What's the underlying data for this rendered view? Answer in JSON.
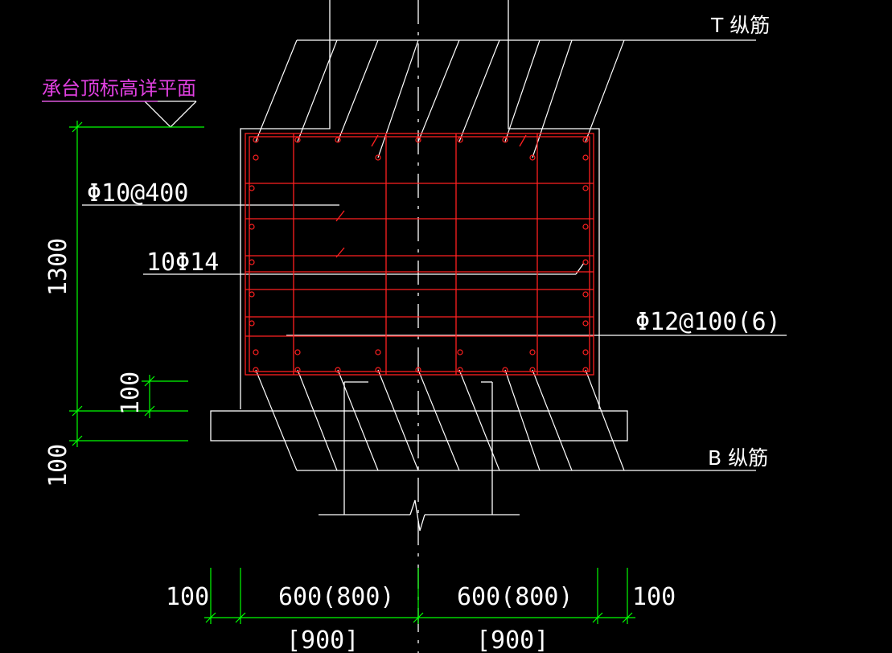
{
  "labels": {
    "top_bars": "T 纵筋",
    "bottom_bars": "B 纵筋",
    "elevation": "承台顶标高详平面",
    "stirrup_top": "Φ10@400",
    "side_bars": "10Φ14",
    "stirrup_main": "Φ12@100(6)"
  },
  "dimensions": {
    "height": "1300",
    "cover_a": "100",
    "cover_b": "100",
    "bottom_left": "100",
    "bottom_mid_left": "600(800)",
    "bottom_mid_right": "600(800)",
    "bottom_right": "100",
    "bracket_left": "[900]",
    "bracket_right": "[900]"
  },
  "colors": {
    "rebar": "#ff2020",
    "outline": "#ffffff",
    "dimension": "#00ff00",
    "note": "#e040e0"
  }
}
